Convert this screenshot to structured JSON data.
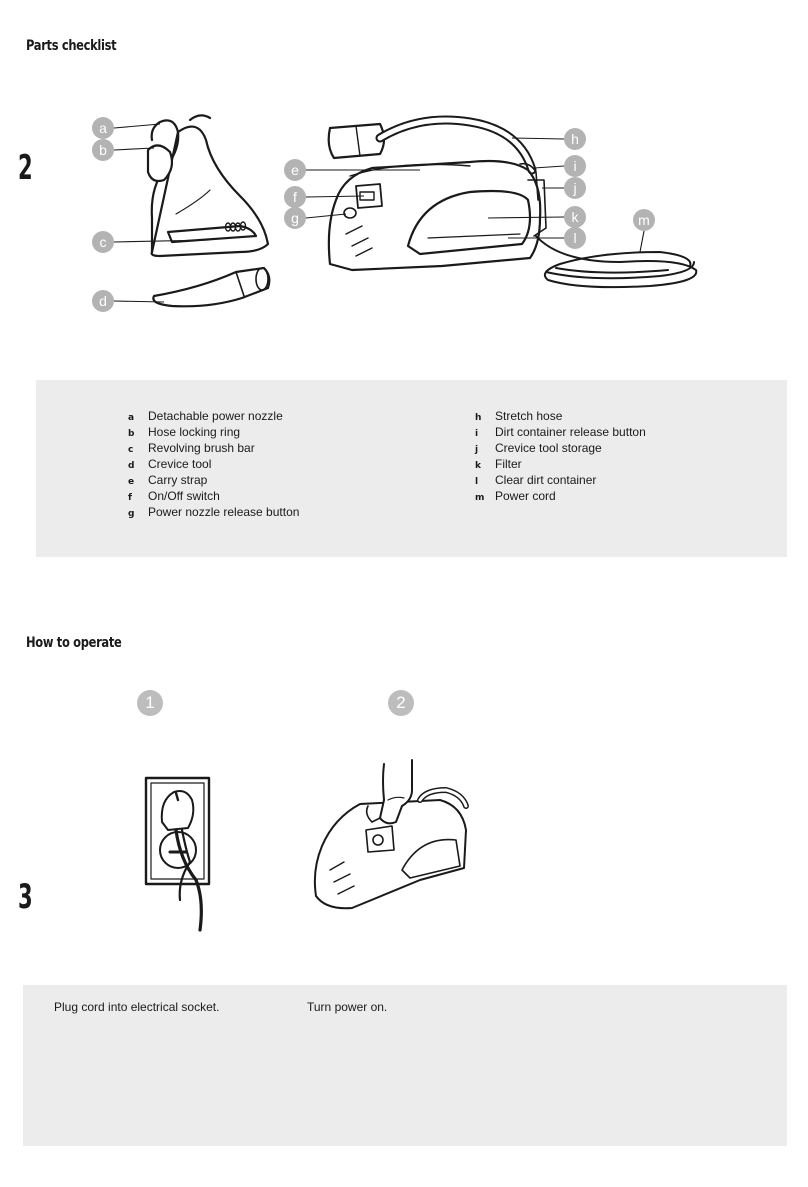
{
  "parts_checklist": {
    "title": "Parts checklist",
    "page_number": "2",
    "callout_letters": [
      "a",
      "b",
      "c",
      "d",
      "e",
      "f",
      "g",
      "h",
      "i",
      "j",
      "k",
      "l",
      "m"
    ],
    "legend_left": [
      {
        "letter": "a",
        "label": "Detachable power nozzle"
      },
      {
        "letter": "b",
        "label": "Hose locking ring"
      },
      {
        "letter": "c",
        "label": "Revolving brush bar"
      },
      {
        "letter": "d",
        "label": "Crevice tool"
      },
      {
        "letter": "e",
        "label": "Carry strap"
      },
      {
        "letter": "f",
        "label": "On/Off switch"
      },
      {
        "letter": "g",
        "label": "Power nozzle release button"
      }
    ],
    "legend_right": [
      {
        "letter": "h",
        "label": "Stretch hose"
      },
      {
        "letter": "i",
        "label": "Dirt container release button"
      },
      {
        "letter": "j",
        "label": "Crevice tool storage"
      },
      {
        "letter": "k",
        "label": "Filter"
      },
      {
        "letter": "l",
        "label": "Clear dirt container"
      },
      {
        "letter": "m",
        "label": "Power cord"
      }
    ]
  },
  "how_to_operate": {
    "title": "How to operate",
    "page_number": "3",
    "steps": [
      {
        "number": "1",
        "text": "Plug cord into electrical socket."
      },
      {
        "number": "2",
        "text": "Turn power on."
      }
    ]
  },
  "colors": {
    "callout_badge": "#b3b3b3",
    "panel_background": "#ececec",
    "line_art": "#1a1a1a"
  }
}
